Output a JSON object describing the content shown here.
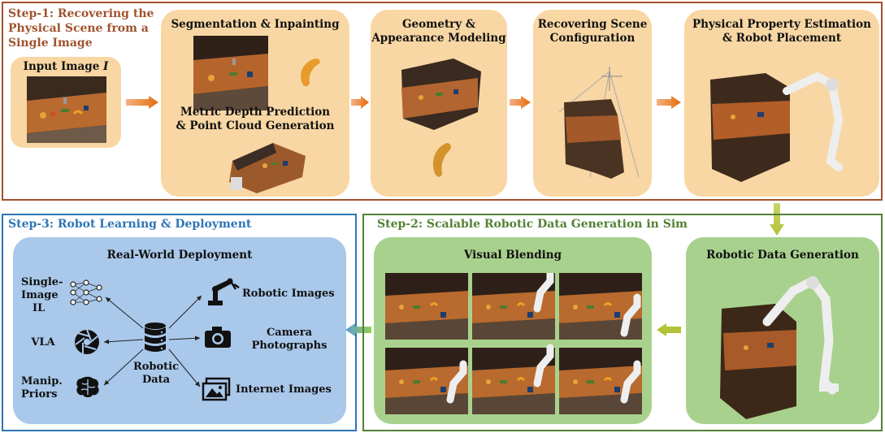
{
  "step1": {
    "title_line1": "Step-1: Recovering the",
    "title_line2": "Physical Scene from a",
    "title_line3": "Single Image",
    "input_label": "Input Image ",
    "input_var": "I",
    "seg_title": "Segmentation & Inpainting",
    "depth_title_line1": "Metric Depth Prediction",
    "depth_title_line2": "& Point Cloud Generation",
    "geo_title_line1": "Geometry &",
    "geo_title_line2": "Appearance Modeling",
    "config_title_line1": "Recovering Scene",
    "config_title_line2": "Configuration",
    "phys_title_line1": "Physical Property Estimation",
    "phys_title_line2": "& Robot Placement"
  },
  "step2": {
    "title": "Step-2: Scalable Robotic Data Generation in Sim",
    "blend_title": "Visual Blending",
    "gen_title": "Robotic Data Generation"
  },
  "step3": {
    "title": "Step-3: Robot Learning & Deployment",
    "deploy_title": "Real-World Deployment",
    "left_items": [
      {
        "line1": "Single-",
        "line2": "Image",
        "line3": "IL"
      },
      {
        "line1": "VLA"
      },
      {
        "line1": "Manip.",
        "line2": "Priors"
      }
    ],
    "center_line1": "Robotic",
    "center_line2": "Data",
    "right_items": [
      {
        "line1": "Robotic Images"
      },
      {
        "line1": "Camera",
        "line2": "Photographs"
      },
      {
        "line1": "Internet Images"
      }
    ]
  },
  "colors": {
    "step1": "#a0522d",
    "step2": "#538135",
    "step3": "#2e75b6",
    "panel_orange": "#f8d7a4",
    "panel_green": "#a9d18e",
    "panel_blue": "#a9c8ea"
  }
}
